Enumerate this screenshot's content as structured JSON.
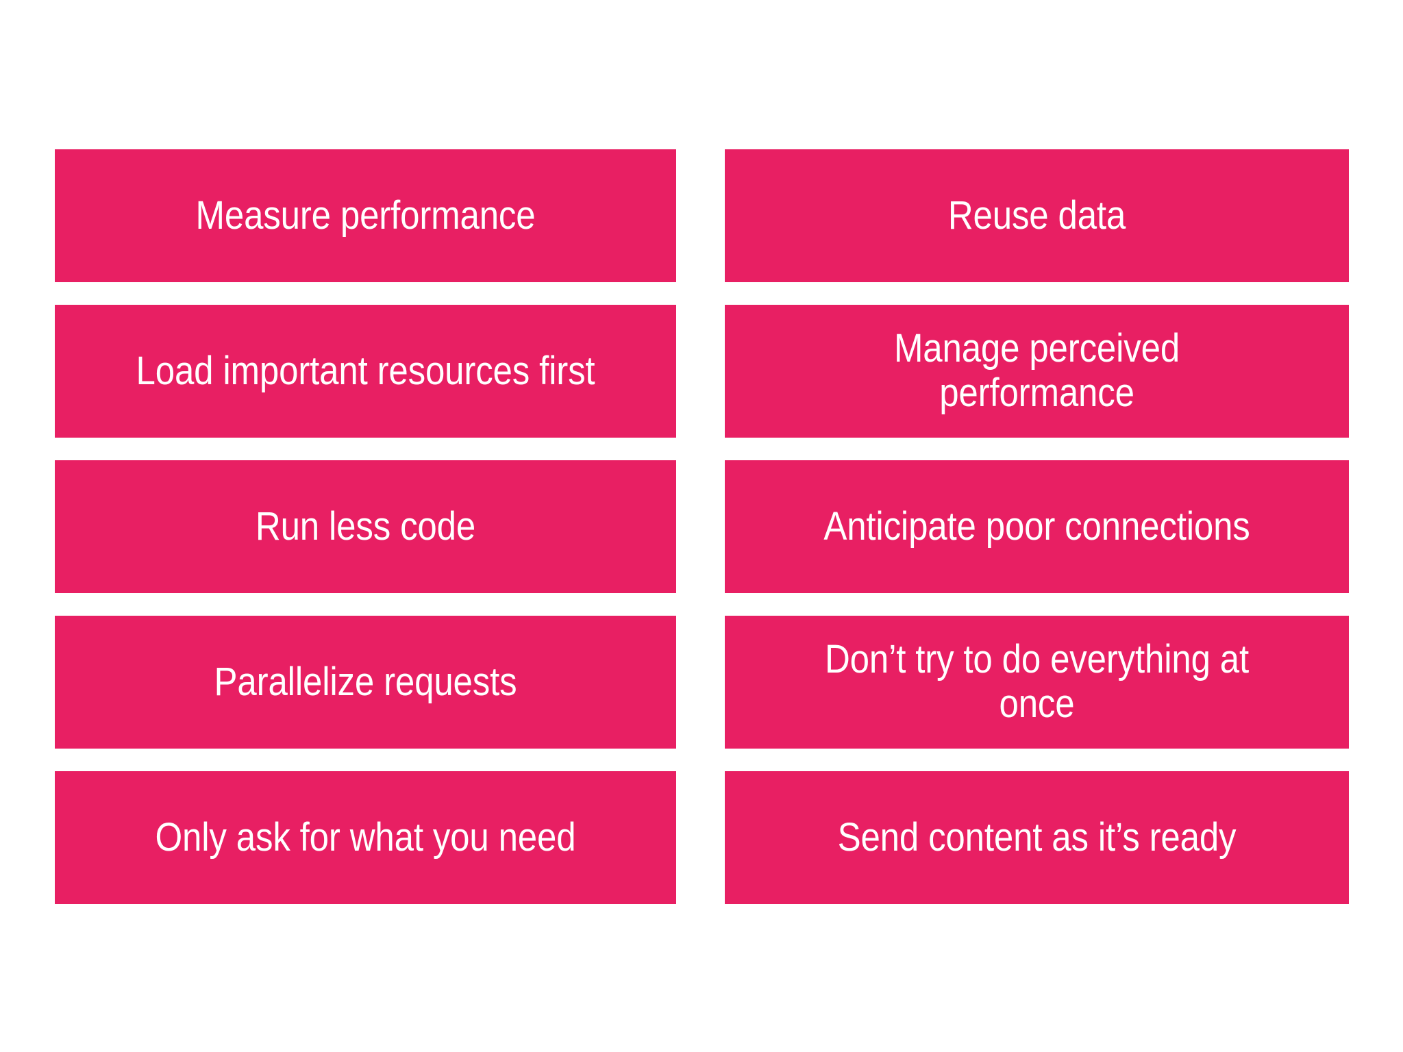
{
  "slide": {
    "background_color": "#ffffff",
    "card_color": "#e81f63",
    "text_color": "#ffffff",
    "columns": 2,
    "rows": 5
  },
  "cards": {
    "left": [
      {
        "label": "Measure performance"
      },
      {
        "label": "Load important resources first"
      },
      {
        "label": "Run less code"
      },
      {
        "label": "Parallelize requests"
      },
      {
        "label": "Only ask for what you need"
      }
    ],
    "right": [
      {
        "label": "Reuse data"
      },
      {
        "label": "Manage perceived\nperformance"
      },
      {
        "label": "Anticipate poor connections"
      },
      {
        "label": "Don’t try to do everything at\nonce"
      },
      {
        "label": "Send content as it’s ready"
      }
    ]
  }
}
